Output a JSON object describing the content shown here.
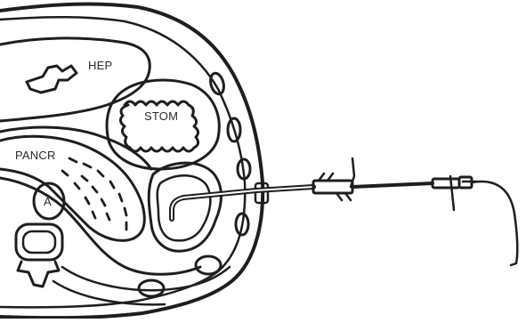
{
  "labels": {
    "hep": "HEP",
    "stom": "STOM",
    "pancr": "PANCR",
    "a": "A"
  },
  "colors": {
    "ink": "#1e1e1e",
    "fill": "#ffffff",
    "background": "#ffffff"
  },
  "icons": [
    "catheter-icon",
    "connector-icon",
    "stopcock-icon",
    "guidewire-icon"
  ]
}
